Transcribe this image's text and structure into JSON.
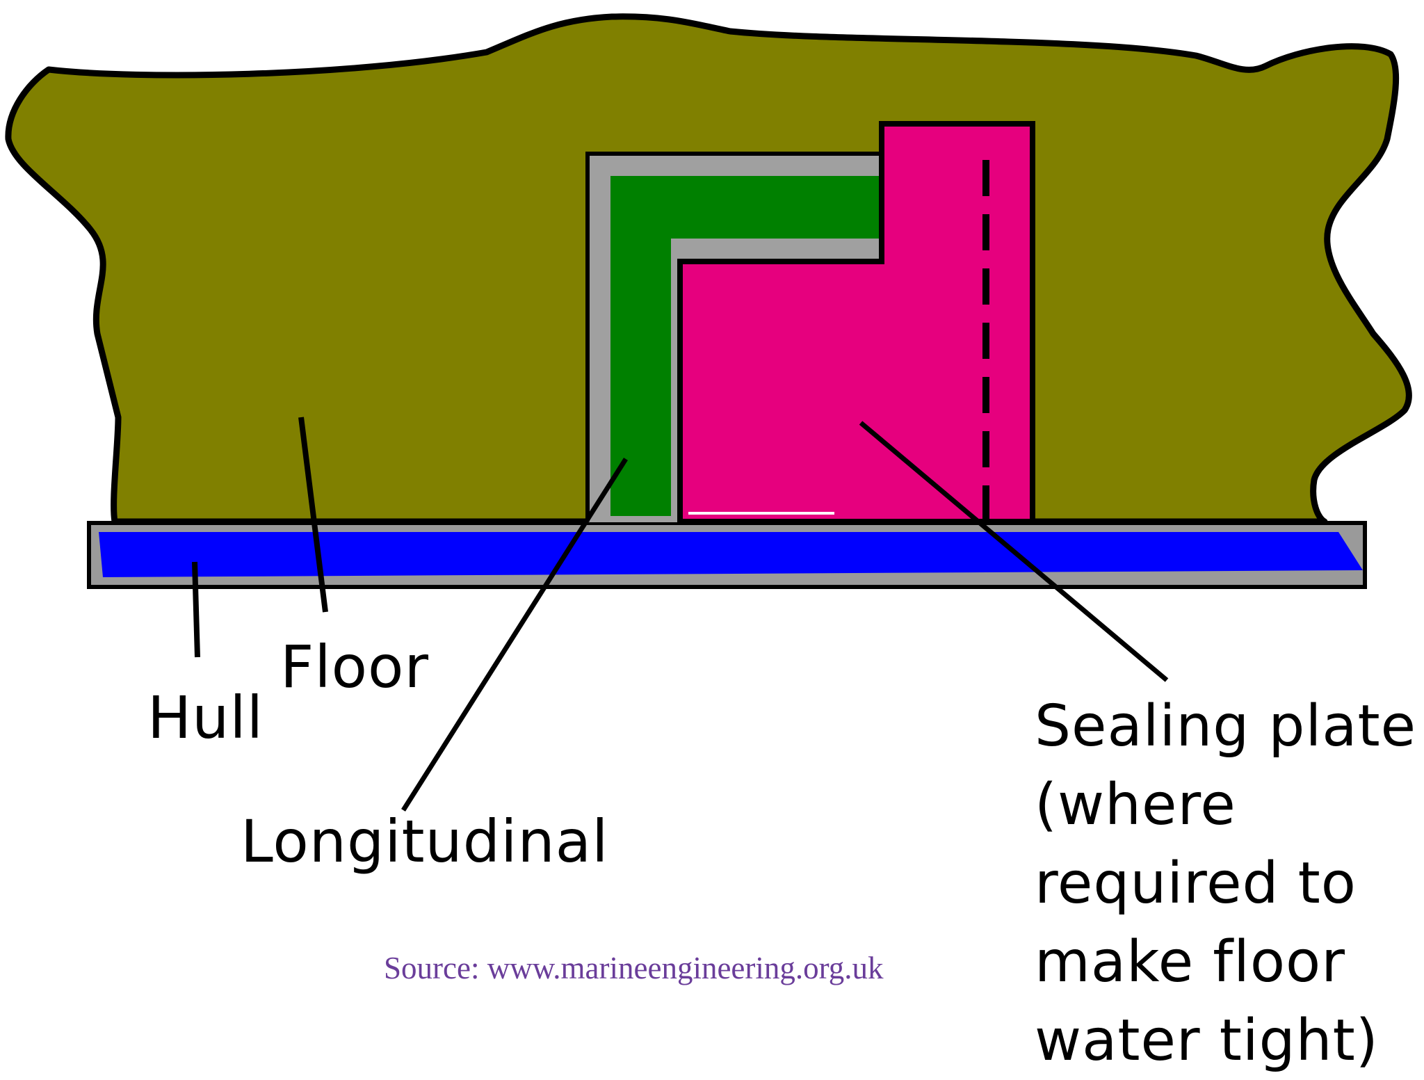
{
  "labels": {
    "floor": "Floor",
    "hull": "Hull",
    "longitudinal": "Longitudinal",
    "sealing_plate": [
      "Sealing plate",
      "(where",
      "required to",
      "make floor",
      "water tight)"
    ]
  },
  "source": "Source: www.marineengineering.org.uk",
  "colors": {
    "floor": "#808000",
    "hull": "#0000ff",
    "longitudinal": "#008000",
    "sealing_plate": "#e6007e",
    "weld": "#00ff00",
    "outline": "#000000",
    "source_text": "#6a3d9a"
  }
}
